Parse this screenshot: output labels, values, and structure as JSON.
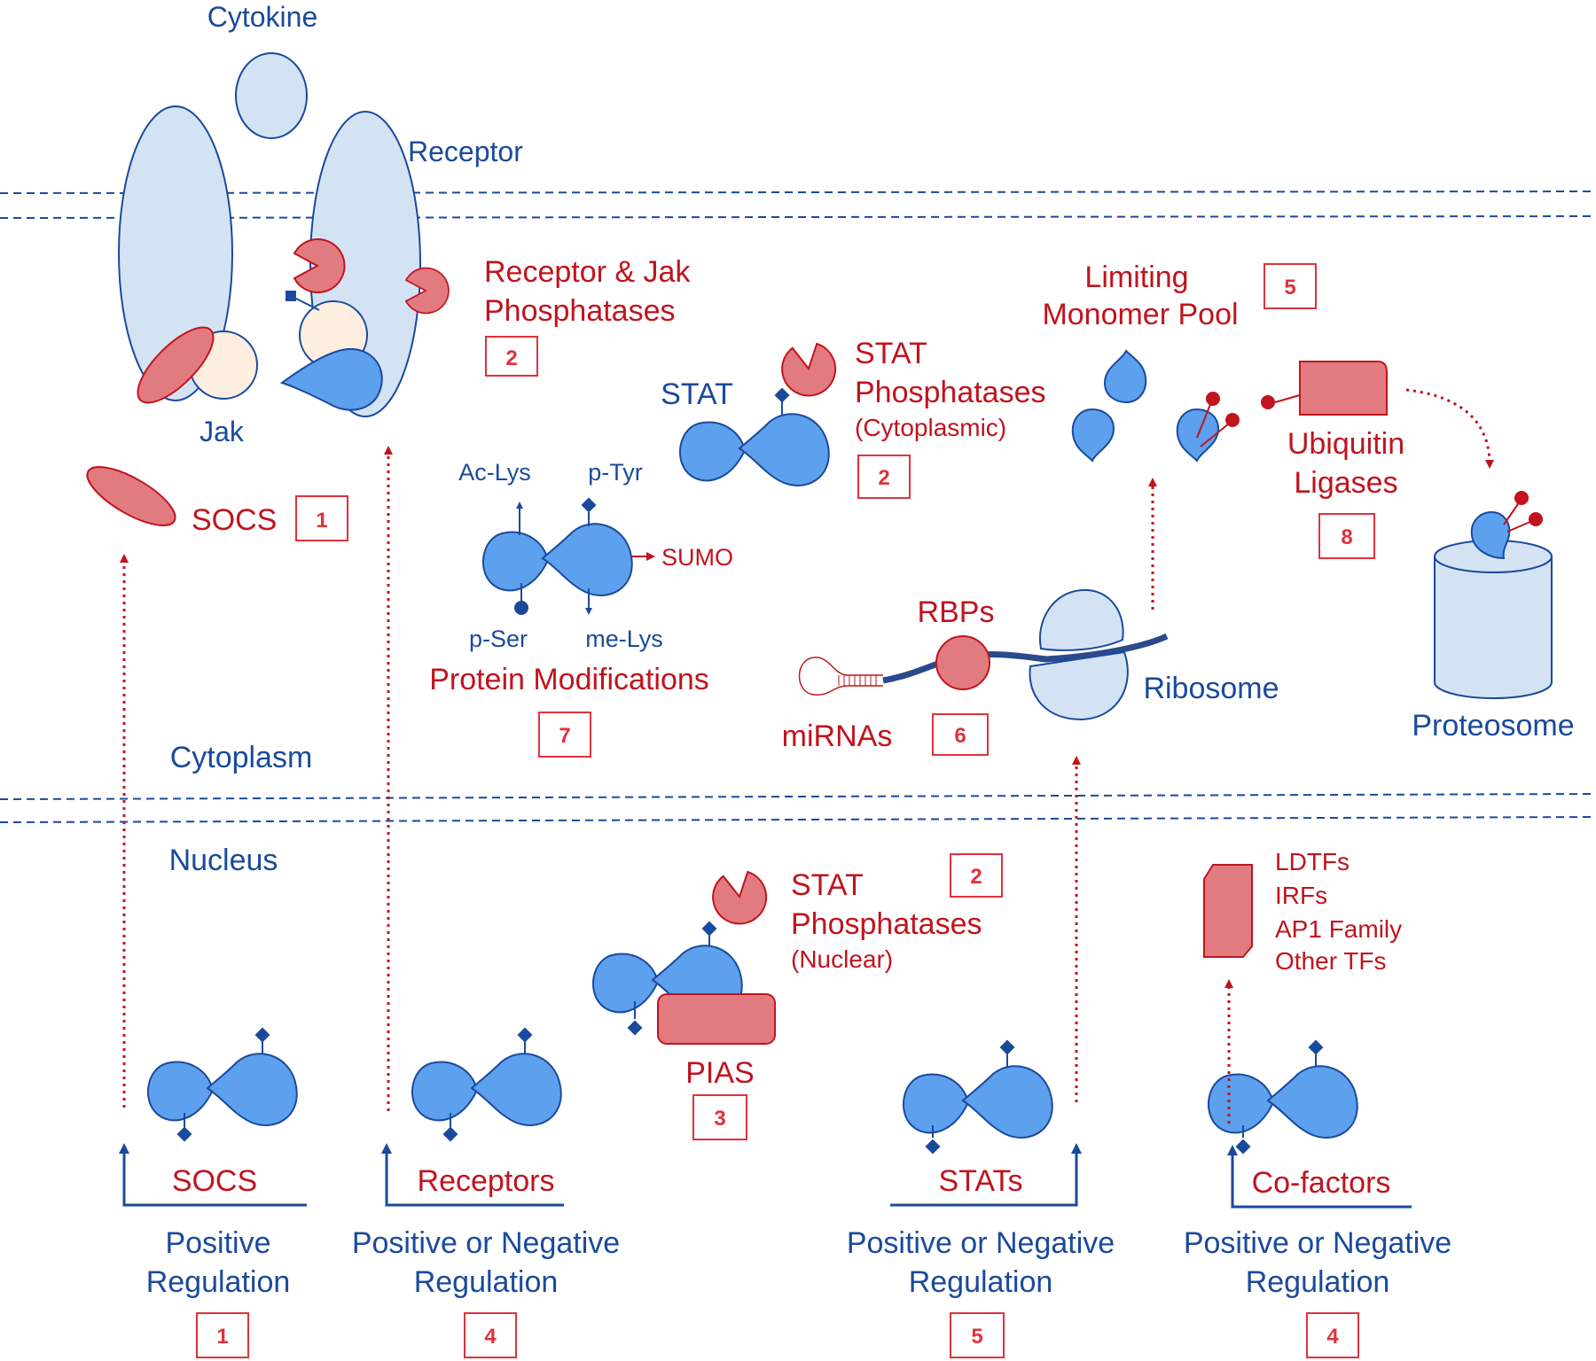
{
  "labels": {
    "cytokine": "Cytokine",
    "receptor": "Receptor",
    "jak": "Jak",
    "socs_top": "SOCS",
    "receptor_jak_phos_1": "Receptor & Jak",
    "receptor_jak_phos_2": "Phosphatases",
    "stat": "STAT",
    "stat_phos_cyto_1": "STAT",
    "stat_phos_cyto_2": "Phosphatases",
    "stat_phos_cyto_3": "(Cytoplasmic)",
    "limiting_1": "Limiting",
    "limiting_2": "Monomer Pool",
    "ubiquitin_1": "Ubiquitin",
    "ubiquitin_2": "Ligases",
    "ac_lys": "Ac-Lys",
    "p_tyr": "p-Tyr",
    "sumo": "SUMO",
    "p_ser": "p-Ser",
    "me_lys": "me-Lys",
    "protein_mods": "Protein Modifications",
    "rbps": "RBPs",
    "mirnas": "miRNAs",
    "ribosome": "Ribosome",
    "proteosome": "Proteosome",
    "cytoplasm": "Cytoplasm",
    "nucleus": "Nucleus",
    "stat_phos_nuc_1": "STAT",
    "stat_phos_nuc_2": "Phosphatases",
    "stat_phos_nuc_3": "(Nuclear)",
    "pias": "PIAS",
    "tfs": [
      "LDTFs",
      "IRFs",
      "AP1 Family",
      "Other TFs"
    ],
    "gene_socs": "SOCS",
    "gene_receptors": "Receptors",
    "gene_stats": "STATs",
    "gene_cofactors": "Co-factors",
    "reg_socs_1": "Positive",
    "reg_socs_2": "Regulation",
    "reg_receptors_1": "Positive or Negative",
    "reg_receptors_2": "Regulation",
    "reg_stats_1": "Positive or Negative",
    "reg_stats_2": "Regulation",
    "reg_cofactors_1": "Positive or Negative",
    "reg_cofactors_2": "Regulation"
  },
  "numbers": {
    "socs": "1",
    "receptor_jak_phos": "2",
    "stat_phos_cyto": "2",
    "limiting_pool": "5",
    "ubiquitin": "8",
    "protein_mods": "7",
    "mirna": "6",
    "stat_phos_nuc": "2",
    "pias": "3",
    "reg_socs": "1",
    "reg_receptors": "4",
    "reg_stats": "5",
    "reg_cofactors": "4"
  },
  "colors": {
    "blue_text": "#1a4a9c",
    "red_text": "#c0141e",
    "stat_fill": "#5da0ee",
    "pale_fill": "#d4e3f4",
    "red_fill": "#e27b80",
    "jak_fill": "#fdeee0"
  }
}
